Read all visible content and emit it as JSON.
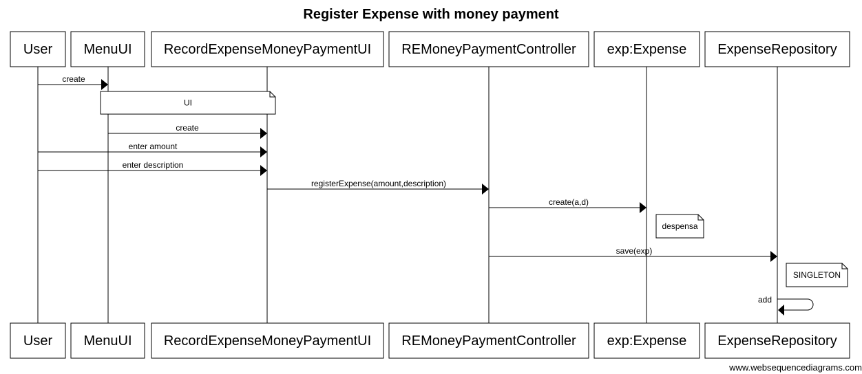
{
  "title": "Register Expense with money payment",
  "participants": [
    {
      "id": "user",
      "label": "User"
    },
    {
      "id": "menuui",
      "label": "MenuUI"
    },
    {
      "id": "recordui",
      "label": "RecordExpenseMoneyPaymentUI"
    },
    {
      "id": "controller",
      "label": "REMoneyPaymentController"
    },
    {
      "id": "expense",
      "label": "exp:Expense"
    },
    {
      "id": "repository",
      "label": "ExpenseRepository"
    }
  ],
  "messages": [
    {
      "from": "user",
      "to": "menuui",
      "label": "create"
    },
    {
      "from": "menuui",
      "to": "recordui",
      "label": "create"
    },
    {
      "from": "user",
      "to": "recordui",
      "label": "enter amount"
    },
    {
      "from": "user",
      "to": "recordui",
      "label": "enter description"
    },
    {
      "from": "recordui",
      "to": "controller",
      "label": "registerExpense(amount,description)"
    },
    {
      "from": "controller",
      "to": "expense",
      "label": "create(a,d)"
    },
    {
      "from": "controller",
      "to": "repository",
      "label": "save(exp)"
    },
    {
      "from": "repository",
      "to": "repository",
      "label": "add"
    }
  ],
  "notes": [
    {
      "text": "UI"
    },
    {
      "text": "despensa"
    },
    {
      "text": "SINGLETON"
    }
  ],
  "watermark": "www.websequencediagrams.com"
}
